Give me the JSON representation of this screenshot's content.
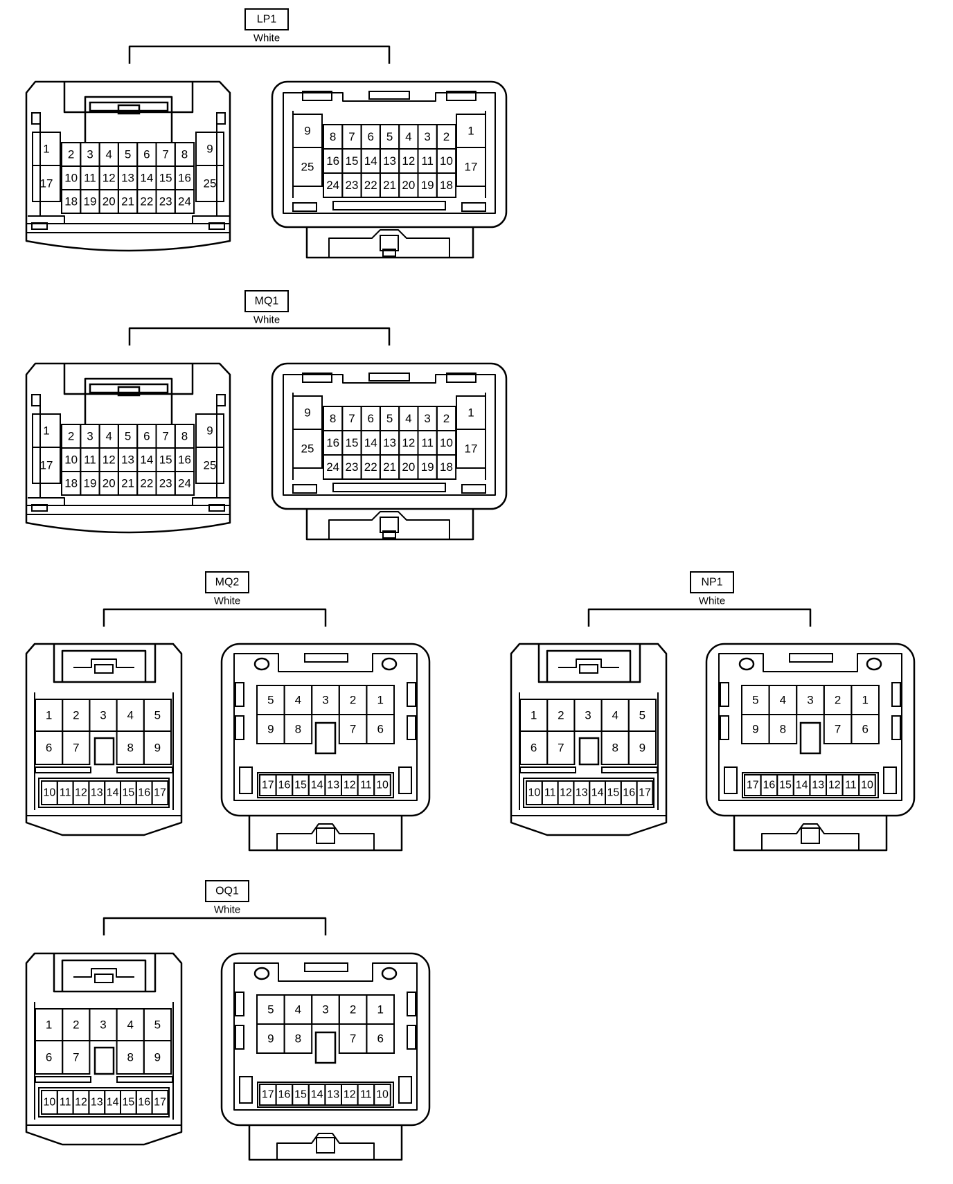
{
  "connectors": [
    {
      "id": "LP1",
      "color": "White",
      "size": "large",
      "female": {
        "rows": [
          [
            "2",
            "3",
            "4",
            "5",
            "6",
            "7",
            "8"
          ],
          [
            "10",
            "11",
            "12",
            "13",
            "14",
            "15",
            "16"
          ],
          [
            "18",
            "19",
            "20",
            "21",
            "22",
            "23",
            "24"
          ]
        ],
        "left": [
          "1",
          "17"
        ],
        "right": [
          "9",
          "25"
        ]
      },
      "male": {
        "rows": [
          [
            "8",
            "7",
            "6",
            "5",
            "4",
            "3",
            "2"
          ],
          [
            "16",
            "15",
            "14",
            "13",
            "12",
            "11",
            "10"
          ],
          [
            "24",
            "23",
            "22",
            "21",
            "20",
            "19",
            "18"
          ]
        ],
        "left": [
          "9",
          "25"
        ],
        "right": [
          "1",
          "17"
        ]
      }
    },
    {
      "id": "MQ1",
      "color": "White",
      "size": "large",
      "female": {
        "rows": [
          [
            "2",
            "3",
            "4",
            "5",
            "6",
            "7",
            "8"
          ],
          [
            "10",
            "11",
            "12",
            "13",
            "14",
            "15",
            "16"
          ],
          [
            "18",
            "19",
            "20",
            "21",
            "22",
            "23",
            "24"
          ]
        ],
        "left": [
          "1",
          "17"
        ],
        "right": [
          "9",
          "25"
        ]
      },
      "male": {
        "rows": [
          [
            "8",
            "7",
            "6",
            "5",
            "4",
            "3",
            "2"
          ],
          [
            "16",
            "15",
            "14",
            "13",
            "12",
            "11",
            "10"
          ],
          [
            "24",
            "23",
            "22",
            "21",
            "20",
            "19",
            "18"
          ]
        ],
        "left": [
          "9",
          "25"
        ],
        "right": [
          "1",
          "17"
        ]
      }
    },
    {
      "id": "MQ2",
      "color": "White",
      "size": "small",
      "female": {
        "top": [
          "1",
          "2",
          "3",
          "4",
          "5"
        ],
        "mid": [
          "6",
          "7",
          "",
          "8",
          "9"
        ],
        "bottom": [
          "10",
          "11",
          "12",
          "13",
          "14",
          "15",
          "16",
          "17"
        ]
      },
      "male": {
        "top": [
          "5",
          "4",
          "3",
          "2",
          "1"
        ],
        "mid": [
          "9",
          "8",
          "",
          "7",
          "6"
        ],
        "bottom": [
          "17",
          "16",
          "15",
          "14",
          "13",
          "12",
          "11",
          "10"
        ]
      }
    },
    {
      "id": "NP1",
      "color": "White",
      "size": "small",
      "female": {
        "top": [
          "1",
          "2",
          "3",
          "4",
          "5"
        ],
        "mid": [
          "6",
          "7",
          "",
          "8",
          "9"
        ],
        "bottom": [
          "10",
          "11",
          "12",
          "13",
          "14",
          "15",
          "16",
          "17"
        ]
      },
      "male": {
        "top": [
          "5",
          "4",
          "3",
          "2",
          "1"
        ],
        "mid": [
          "9",
          "8",
          "",
          "7",
          "6"
        ],
        "bottom": [
          "17",
          "16",
          "15",
          "14",
          "13",
          "12",
          "11",
          "10"
        ]
      }
    },
    {
      "id": "OQ1",
      "color": "White",
      "size": "small",
      "female": {
        "top": [
          "1",
          "2",
          "3",
          "4",
          "5"
        ],
        "mid": [
          "6",
          "7",
          "",
          "8",
          "9"
        ],
        "bottom": [
          "10",
          "11",
          "12",
          "13",
          "14",
          "15",
          "16",
          "17"
        ]
      },
      "male": {
        "top": [
          "5",
          "4",
          "3",
          "2",
          "1"
        ],
        "mid": [
          "9",
          "8",
          "",
          "7",
          "6"
        ],
        "bottom": [
          "17",
          "16",
          "15",
          "14",
          "13",
          "12",
          "11",
          "10"
        ]
      }
    }
  ]
}
